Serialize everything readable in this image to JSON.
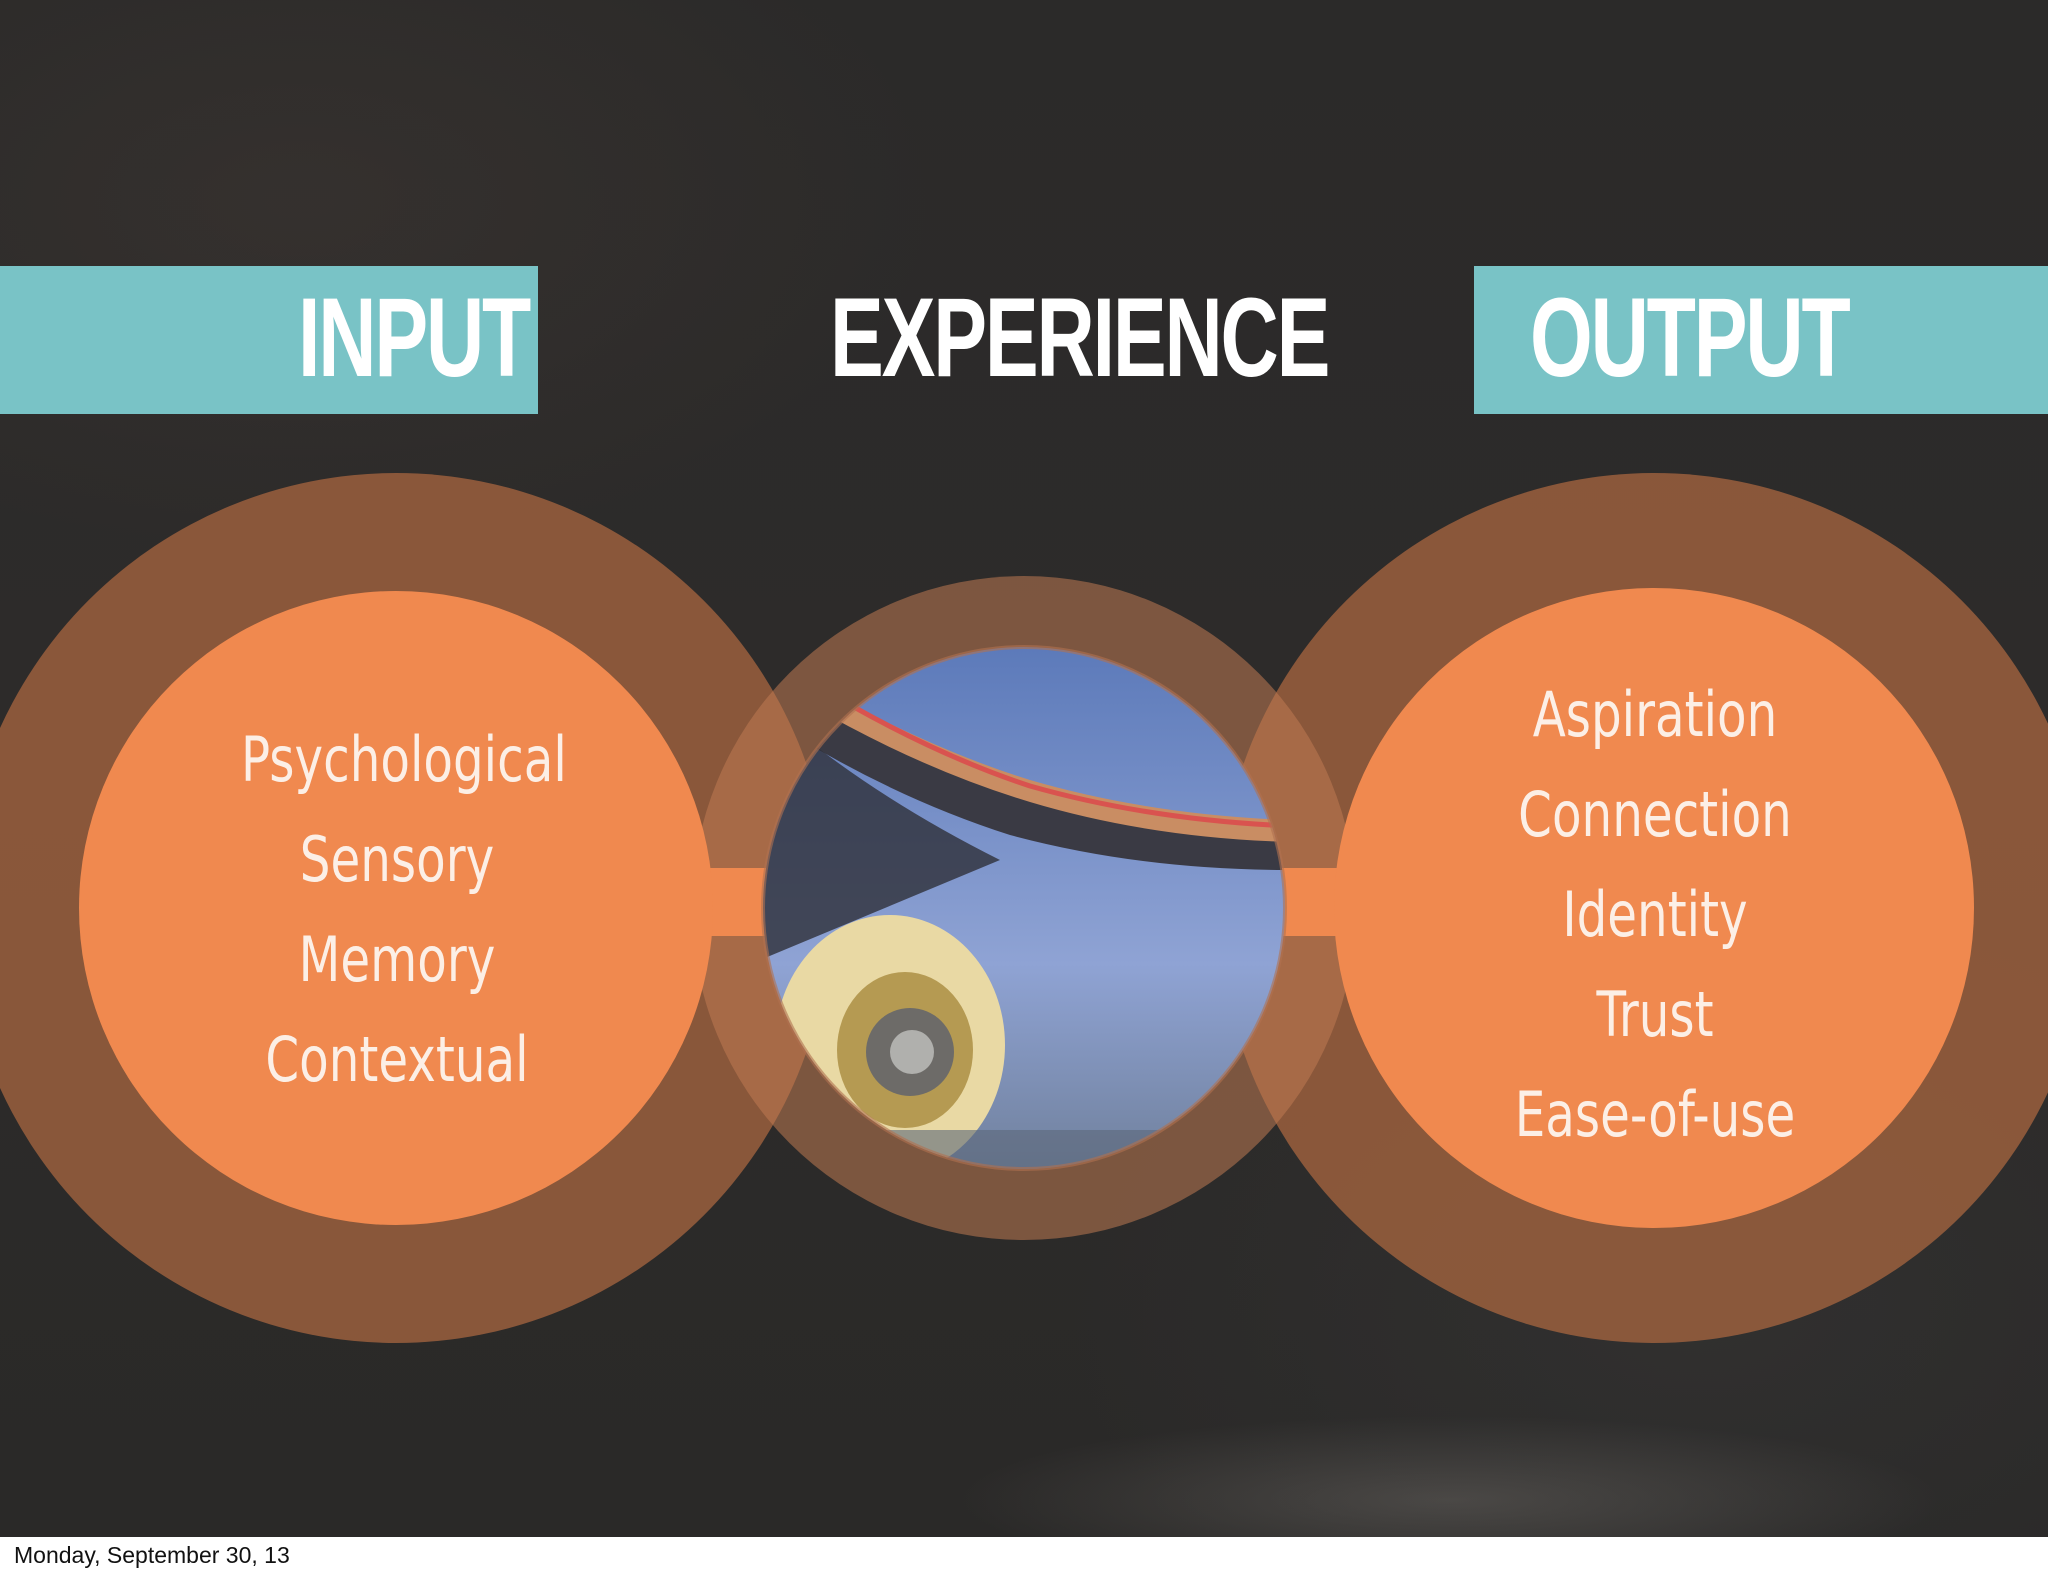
{
  "headings": {
    "input": "INPUT",
    "experience": "EXPERIENCE",
    "output": "OUTPUT"
  },
  "input_items": [
    "Psychological",
    "Sensory",
    "Memory",
    "Contextual"
  ],
  "output_items": [
    "Aspiration",
    "Connection",
    "Identity",
    "Trust",
    "Ease-of-use"
  ],
  "footer": {
    "date": "Monday, September 30, 13"
  },
  "colors": {
    "background": "#2b2a29",
    "band": "#79c3c6",
    "outer_ring": "#8f5a3b",
    "inner_circle": "#f0894f",
    "text": "#ffffff"
  },
  "center_image": "skateboard wheel photo"
}
